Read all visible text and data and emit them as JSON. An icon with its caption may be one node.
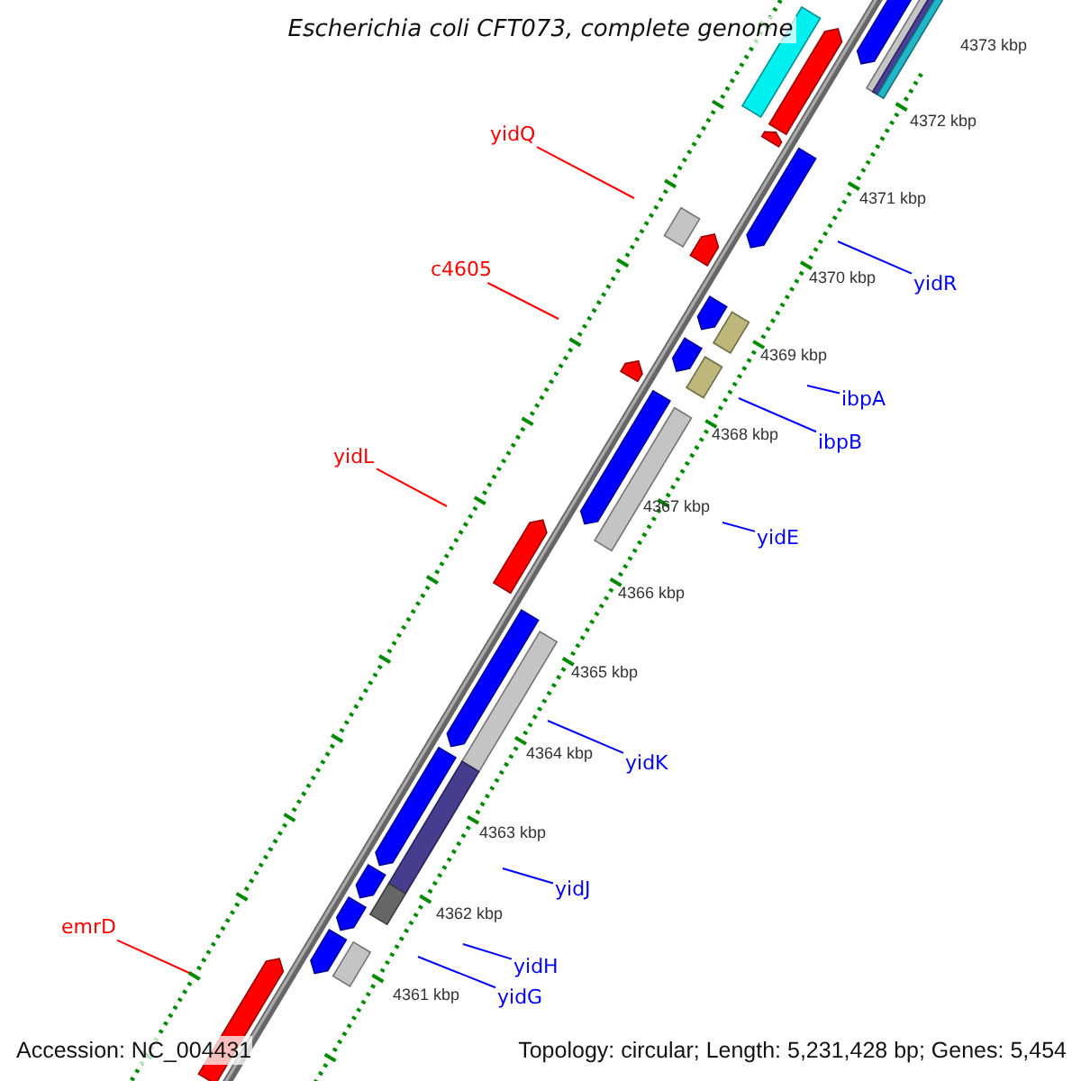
{
  "diagram": {
    "title": "Escherichia coli CFT073, complete genome",
    "nodes": [
      {
        "text": [
          "yidQ"
        ]
      },
      {
        "text": [
          "c4605"
        ]
      },
      {
        "text": [
          "yidR"
        ]
      },
      {
        "text": [
          "ibpA"
        ]
      },
      {
        "text": [
          "ibpB"
        ]
      },
      {
        "text": [
          "yidL"
        ]
      },
      {
        "text": [
          "yidE"
        ]
      },
      {
        "text": [
          "yidK"
        ]
      },
      {
        "text": [
          "yidJ"
        ]
      },
      {
        "text": [
          "emrD"
        ]
      },
      {
        "text": [
          "yidH"
        ]
      },
      {
        "text": [
          "yidG"
        ]
      }
    ],
    "edges": [
      {
        "from": 0,
        "to": null,
        "arrow": "none",
        "color": "#ff0000"
      },
      {
        "from": 1,
        "to": null,
        "arrow": "none",
        "color": "#ff0000"
      },
      {
        "from": 2,
        "to": null,
        "arrow": "none"
      },
      {
        "from": 3,
        "to": null,
        "arrow": "none"
      },
      {
        "from": 4,
        "to": null,
        "arrow": "none"
      },
      {
        "from": 5,
        "to": null,
        "arrow": "none",
        "color": "#ff0000"
      },
      {
        "from": 6,
        "to": null,
        "arrow": "none"
      },
      {
        "from": 7,
        "to": null,
        "arrow": "none"
      },
      {
        "from": 8,
        "to": null,
        "arrow": "none"
      },
      {
        "from": 9,
        "to": null,
        "arrow": "none",
        "color": "#ff0000"
      },
      {
        "from": 10,
        "to": null,
        "arrow": "none"
      },
      {
        "from": 11,
        "to": null,
        "arrow": "none"
      }
    ],
    "labels": [
      "4373 kbp",
      "4372 kbp",
      "4371 kbp",
      "4370 kbp",
      "4369 kbp",
      "4368 kbp",
      "4367 kbp",
      "4366 kbp",
      "4365 kbp",
      "4364 kbp",
      "4363 kbp",
      "4362 kbp",
      "4361 kbp",
      "Accession: NC_004431",
      "Topology: circular; Length: 5,231,428 bp; Genes: 5,454"
    ]
  }
}
